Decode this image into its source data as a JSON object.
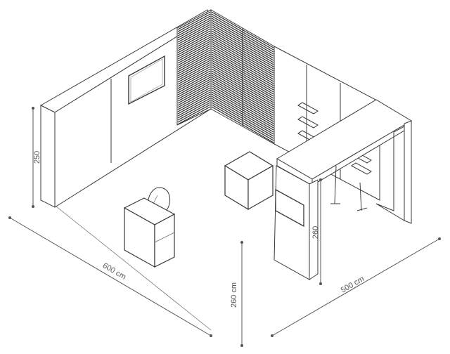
{
  "dimensions": {
    "width": "600 cm",
    "depth": "500 cm",
    "height_center": "260 cm",
    "height_wall": "250",
    "height_counter": "260"
  },
  "colors": {
    "line": "#3a3a3a",
    "dim": "#555555",
    "slat": "#2b2b2b",
    "fill": "#ffffff"
  }
}
